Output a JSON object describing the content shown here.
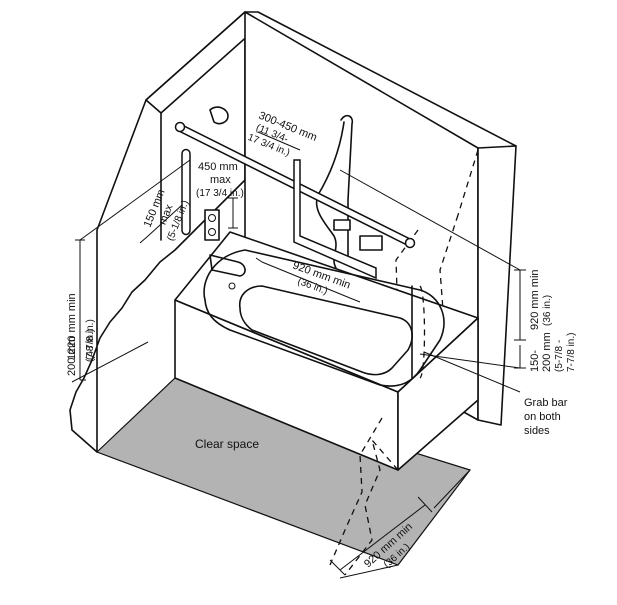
{
  "labels": {
    "clear_space": "Clear space",
    "grab_bar_line1": "Grab bar",
    "grab_bar_line2": "on both",
    "grab_bar_line3": "sides"
  },
  "dimensions": {
    "grab_bar_offset_mm": "300-450 mm",
    "grab_bar_offset_in_1": "(11 3/4-",
    "grab_bar_offset_in_2": "17 3/4 in.)",
    "vertical_bar_mm_1": "450 mm",
    "vertical_bar_mm_2": "max",
    "vertical_bar_in": "(17 3/4 in.)",
    "end_bar_mm_1": "150 mm",
    "end_bar_mm_2": "max",
    "end_bar_in": "(5-1/8 in.)",
    "height_min_mm": "1220 mm min",
    "height_min_in": "(48 in.)",
    "low_mm": "200 mm",
    "low_in": "(7-7/8 in.)",
    "tub_length_mm": "920 mm min",
    "tub_length_in": "(36 in.)",
    "side_bar_mm": "920 mm min",
    "side_bar_in": "(36 in.)",
    "side_low_mm_1": "150-",
    "side_low_mm_2": "200 mm",
    "side_low_in_1": "(5-7/8 -",
    "side_low_in_2": "7-7/8 in.)",
    "clear_depth_mm": "920 mm min",
    "clear_depth_in": "(36 in.)"
  }
}
